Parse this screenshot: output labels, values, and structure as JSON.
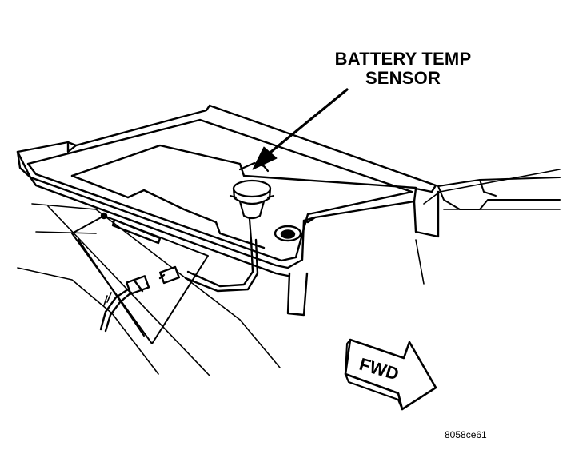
{
  "callout": {
    "line1": "BATTERY TEMP",
    "line2": "SENSOR"
  },
  "direction_arrow": {
    "label": "FWD"
  },
  "figure_id": "8058ce61",
  "colors": {
    "ink": "#000000",
    "paper": "#ffffff"
  }
}
